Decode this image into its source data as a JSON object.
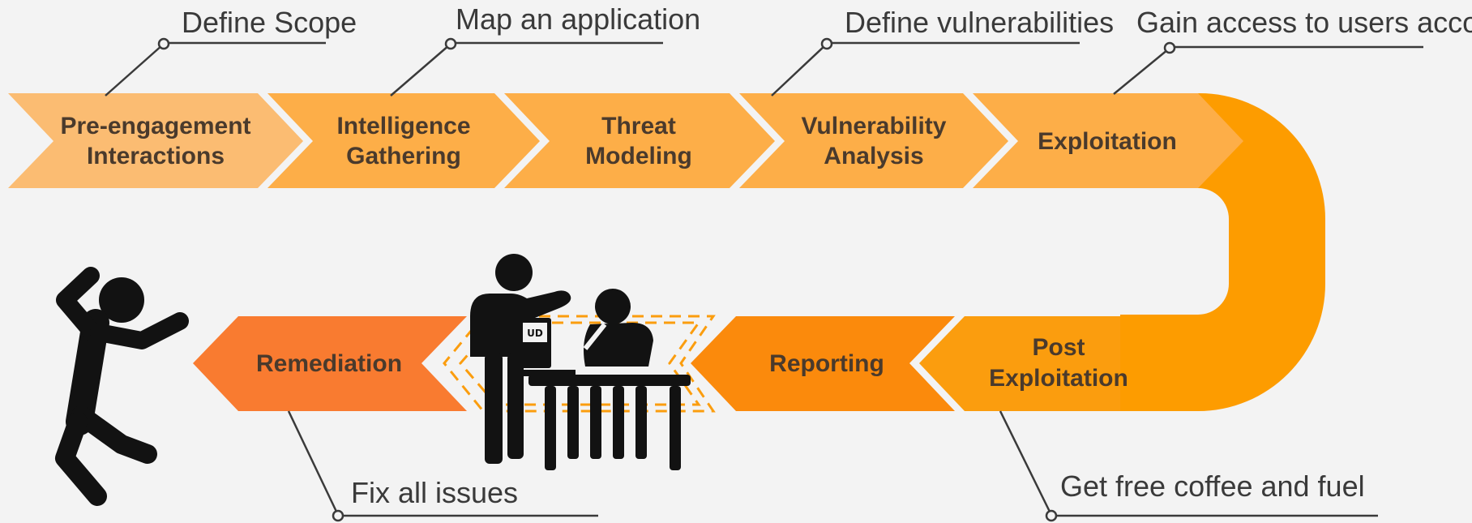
{
  "phases_top": [
    {
      "line1": "Pre-engagement",
      "line2": "Interactions",
      "color": "#fbbc72"
    },
    {
      "line1": "Intelligence",
      "line2": "Gathering",
      "color": "#fdae48"
    },
    {
      "line1": "Threat",
      "line2": "Modeling",
      "color": "#fdae48"
    },
    {
      "line1": "Vulnerability",
      "line2": "Analysis",
      "color": "#fdae48"
    },
    {
      "line1": "Exploitation",
      "line2": "",
      "color": "#fdae48"
    }
  ],
  "phases_bottom": [
    {
      "line1": "Post",
      "line2": "Exploitation",
      "color": "#fb9d0e"
    },
    {
      "line1": "Reporting",
      "line2": "",
      "color": "#fb8a0c"
    },
    {
      "line1": "Remediation",
      "line2": "",
      "color": "#f97b30"
    }
  ],
  "callouts": {
    "scope": "Define Scope",
    "map": "Map an application",
    "vulns": "Define vulnerabilities",
    "access": "Gain access to users accounts",
    "coffee": "Get free coffee and fuel",
    "fix": "Fix all issues"
  },
  "laptop_logo": "UD",
  "colors": {
    "line": "#3a3a3a",
    "figure": "#121212",
    "dash": "#fb9d0e",
    "uturn": "#fd9c00"
  }
}
